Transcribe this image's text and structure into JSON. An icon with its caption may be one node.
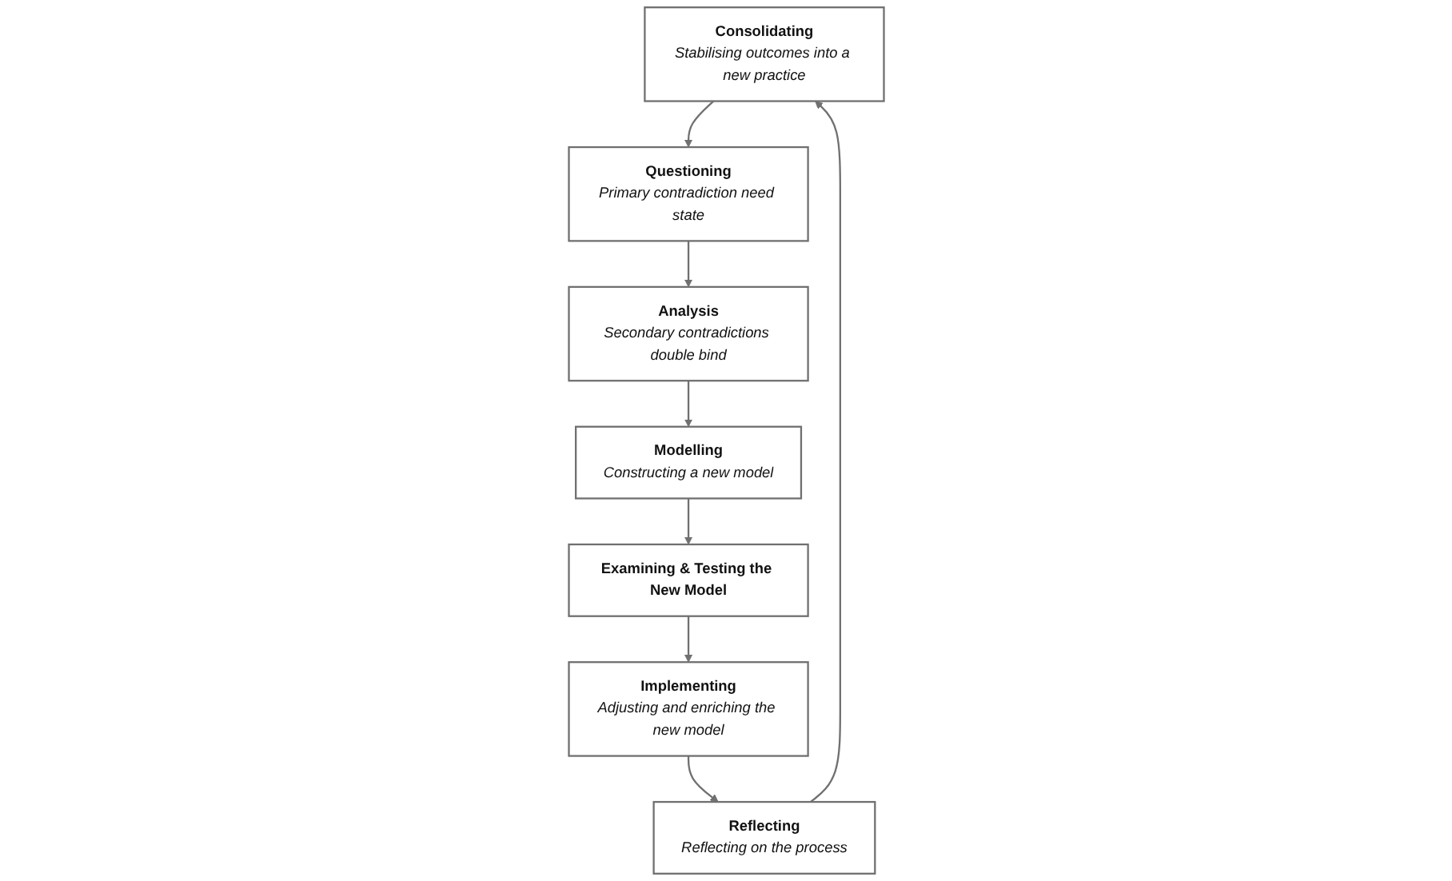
{
  "diagram": {
    "nodes": [
      {
        "text": [
          "Consolidating",
          "Stabilising outcomes into a new practice"
        ]
      },
      {
        "text": [
          "Questioning",
          "Primary contradiction need state"
        ]
      },
      {
        "text": [
          "Reflecting",
          "Reflecting on the process"
        ]
      },
      {
        "text": [
          "Analysis",
          "Secondary contradictions double bind"
        ]
      },
      {
        "text": [
          "Implementing",
          "Adjusting and enriching the new model"
        ]
      },
      {
        "text": [
          "Modelling",
          "Constructing a new model"
        ]
      },
      {
        "text": [
          "Examining & Testing the New Model"
        ]
      }
    ],
    "edges": [
      {
        "from": 0,
        "to": 1,
        "arrow": "to"
      },
      {
        "from": 1,
        "to": 3,
        "arrow": "to"
      },
      {
        "from": 3,
        "to": 5,
        "arrow": "to"
      },
      {
        "from": 5,
        "to": 6,
        "arrow": "to"
      },
      {
        "from": 6,
        "to": 4,
        "arrow": "to"
      },
      {
        "from": 4,
        "to": 2,
        "arrow": "to"
      },
      {
        "from": 2,
        "to": 0,
        "arrow": "to"
      }
    ]
  }
}
